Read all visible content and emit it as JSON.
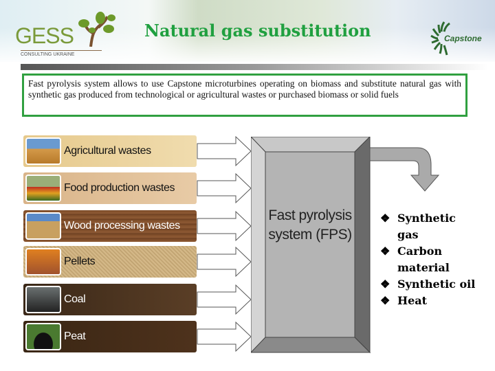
{
  "header": {
    "title": "Natural gas substitution",
    "logo_left": {
      "name": "GESS",
      "sub": "CONSULTING UKRAINE"
    },
    "logo_right": "Capstone"
  },
  "intro": "Fast pyrolysis system allows to use Capstone microturbines operating on biomass and substitute natural gas with synthetic gas produced from technological or agricultural wastes or purchased biomass or solid fuels",
  "inputs": [
    {
      "label": "Agricultural wastes"
    },
    {
      "label": "Food production wastes"
    },
    {
      "label": "Wood processing wastes"
    },
    {
      "label": "Pellets"
    },
    {
      "label": "Coal"
    },
    {
      "label": "Peat"
    }
  ],
  "system": {
    "label": "Fast pyrolysis system (FPS)"
  },
  "outputs": [
    "Synthetic gas",
    "Carbon material",
    "Synthetic oil",
    "Heat"
  ],
  "bullet": "❖"
}
